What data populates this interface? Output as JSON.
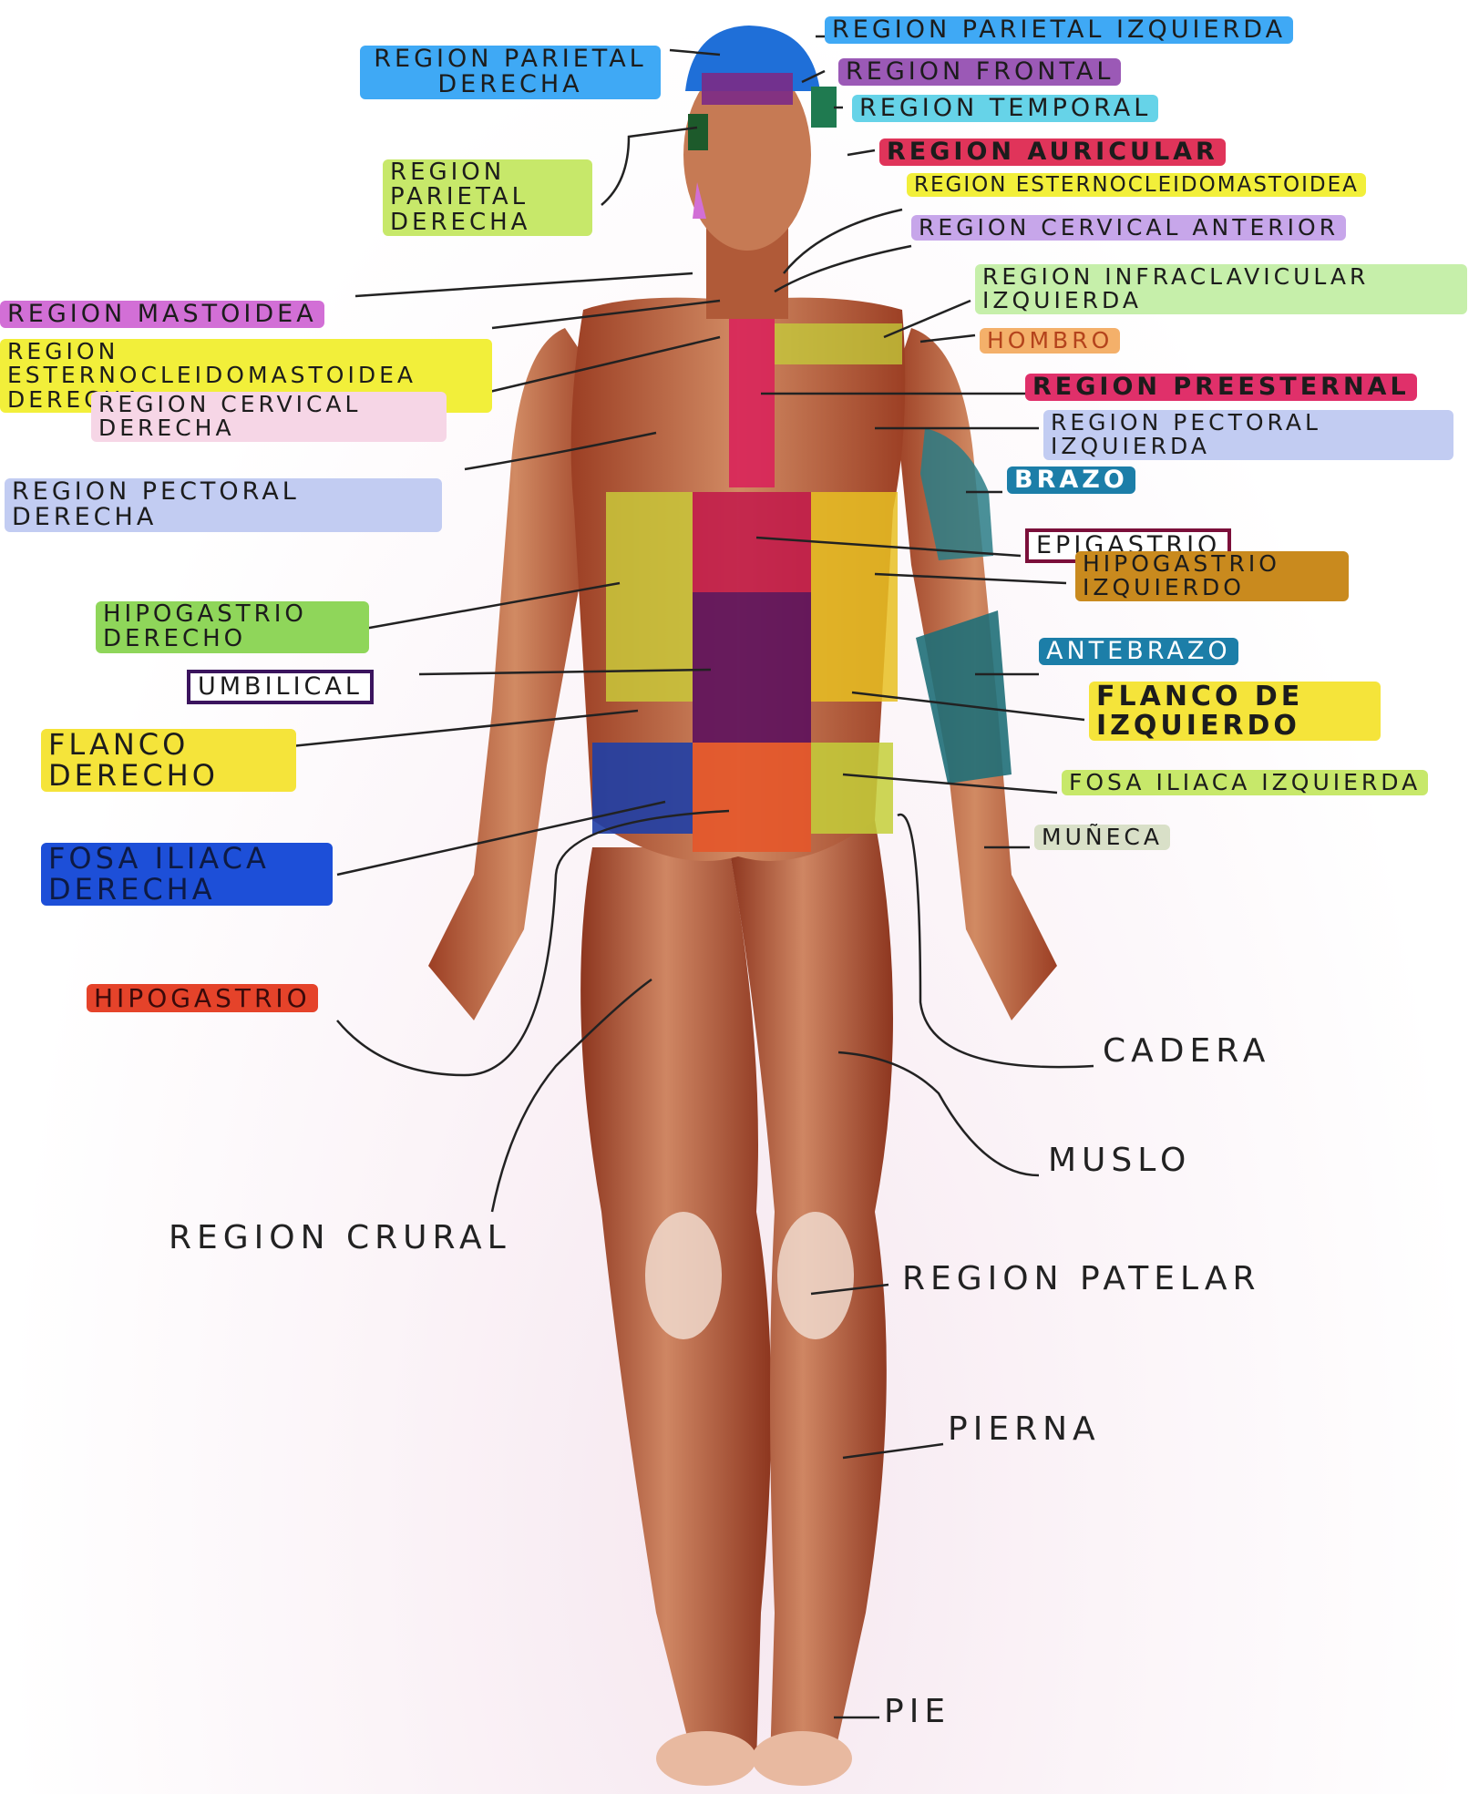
{
  "colors": {
    "background": "#ffffff",
    "skin": "#c9764f",
    "muscle_dark": "#a84a2c",
    "tendon": "#f1ddd4",
    "leader_line": "#222222",
    "highlight_blue": "#3fa9f5",
    "highlight_purple": "#9b59b6",
    "highlight_cyan": "#66d3e8",
    "highlight_red": "#e0345a",
    "highlight_yellow": "#f2ef3a",
    "highlight_lime": "#c7e86a",
    "highlight_lilac": "#c7a6ea",
    "highlight_pink": "#d26fd6",
    "highlight_lightgreen": "#c6efaa",
    "highlight_orange": "#f4b06a",
    "highlight_magenta": "#e0306a",
    "highlight_periwinkle": "#c2ccf2",
    "highlight_teal": "#1c7ea8",
    "highlight_brown": "#c98a1e",
    "highlight_green": "#8fd65a",
    "highlight_gold": "#f5e43a",
    "highlight_grey": "#d9e0c8",
    "highlight_royalblue": "#1d4fd8",
    "highlight_tomato": "#e5432a",
    "zone_navy": "#1f3fa6",
    "zone_purple": "#5c0f5c",
    "zone_magenta": "#d8235a",
    "zone_yellow": "#e8c022",
    "zone_orange": "#e4572a",
    "zone_olive": "#c4cf3a",
    "zone_teal_arm": "#2a7d86"
  },
  "labels": {
    "parietal_izq": "REGION PARIETAL IZQUIERDA",
    "parietal_der_top": "REGION PARIETAL DERECHA",
    "frontal": "REGION FRONTAL",
    "temporal": "REGION TEMPORAL",
    "auricular": "REGION AURICULAR",
    "parietal_der_mid": "REGION PARIETAL DERECHA",
    "esterno_izq": "REGION ESTERNOCLEIDOMASTOIDEA",
    "cervical_anterior": "REGION CERVICAL ANTERIOR",
    "mastoidea": "REGION MASTOIDEA",
    "infraclavicular_izq": "REGION INFRACLAVICULAR IZQUIERDA",
    "esterno_der": "REGION ESTERNOCLEIDOMASTOIDEA DERECHA.",
    "hombro": "HOMBRO",
    "preesternal": "REGION PREESTERNAL",
    "cervical_derecha": "REGION CERVICAL DERECHA",
    "pectoral_izq": "REGION PECTORAL IZQUIERDA",
    "pectoral_der": "REGION PECTORAL DERECHA",
    "brazo": "BRAZO",
    "epigastrio": "EPIGASTRIO",
    "hipogastrio_izq": "HIPOGASTRIO IZQUIERDO",
    "hipogastrio_der": "HIPOGASTRIO DERECHO",
    "umbilical": "UMBILICAL",
    "antebrazo": "ANTEBRAZO",
    "flanco_izq": "FLANCO DE IZQUIERDO",
    "flanco_der": "FLANCO DERECHO",
    "fosa_iliaca_izq": "FOSA ILIACA IZQUIERDA",
    "muneca": "MUÑECA",
    "fosa_iliaca_der": "FOSA ILIACA DERECHA",
    "hipogastrio": "HIPOGASTRIO",
    "cadera": "CADERA",
    "muslo": "MUSLO",
    "region_crural": "REGION CRURAL",
    "region_patelar": "REGION PATELAR",
    "pierna": "PIERNA",
    "pie": "PIE"
  }
}
